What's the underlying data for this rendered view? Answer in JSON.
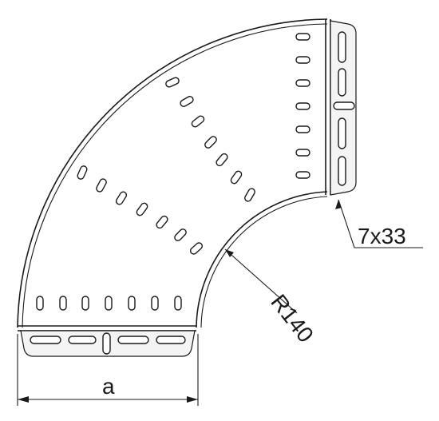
{
  "drawing": {
    "perforation_label": "7x33",
    "radius_label": "R140",
    "width_label": "a"
  }
}
